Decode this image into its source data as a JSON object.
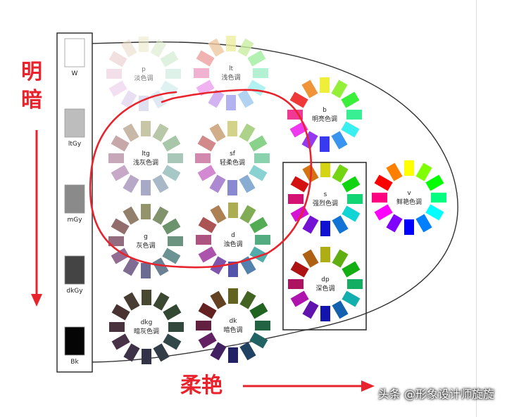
{
  "axis_labels": {
    "bright": "明",
    "dark": "暗",
    "soft_vivid": "柔艳"
  },
  "watermark": "头条 @形象设计师旋旋",
  "gray_scale": [
    {
      "code": "W",
      "color": "#ffffff"
    },
    {
      "code": "ltGy",
      "color": "#bdbdbd"
    },
    {
      "code": "mGy",
      "color": "#8a8a8a"
    },
    {
      "code": "dkGy",
      "color": "#444444"
    },
    {
      "code": "Bk",
      "color": "#050505"
    }
  ],
  "tones": [
    {
      "id": "p",
      "code": "p",
      "name": "淡色调",
      "sat": 0.45,
      "light": 0.86,
      "faded": 0.6
    },
    {
      "id": "lt",
      "code": "lt",
      "name": "浅色调",
      "sat": 0.7,
      "light": 0.78,
      "faded": 0.8
    },
    {
      "id": "b",
      "code": "b",
      "name": "明亮色调",
      "sat": 0.85,
      "light": 0.58
    },
    {
      "id": "ltg",
      "code": "ltg",
      "name": "浅灰色调",
      "sat": 0.22,
      "light": 0.72
    },
    {
      "id": "sf",
      "code": "sf",
      "name": "轻柔色调",
      "sat": 0.45,
      "light": 0.68
    },
    {
      "id": "s",
      "code": "s",
      "name": "强烈色调",
      "sat": 0.85,
      "light": 0.45
    },
    {
      "id": "v",
      "code": "v",
      "name": "鲜艳色调",
      "sat": 1.0,
      "light": 0.5
    },
    {
      "id": "g",
      "code": "g",
      "name": "灰色调",
      "sat": 0.15,
      "light": 0.5
    },
    {
      "id": "d",
      "code": "d",
      "name": "浊色调",
      "sat": 0.35,
      "light": 0.5
    },
    {
      "id": "dp",
      "code": "dp",
      "name": "深色调",
      "sat": 0.8,
      "light": 0.38
    },
    {
      "id": "dkg",
      "code": "dkg",
      "name": "暗灰色调",
      "sat": 0.18,
      "light": 0.24
    },
    {
      "id": "dk",
      "code": "dk",
      "name": "暗色调",
      "sat": 0.5,
      "light": 0.26
    }
  ],
  "colors": {
    "annotation_red": "#e8232c",
    "frame": "#333333"
  }
}
